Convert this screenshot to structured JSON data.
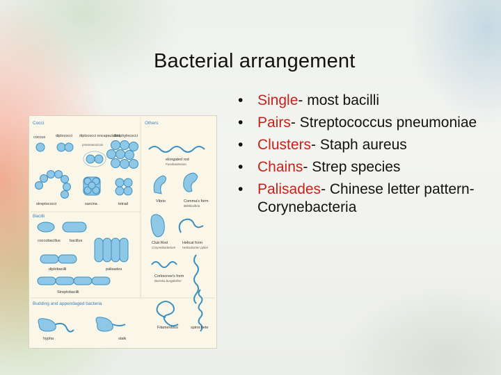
{
  "slide": {
    "title": "Bacterial arrangement",
    "bullets": [
      {
        "term": "Single",
        "rest": "- most bacilli"
      },
      {
        "term": "Pairs",
        "rest": "- Streptococcus pneumoniae"
      },
      {
        "term": "Clusters",
        "rest": "- Staph aureus"
      },
      {
        "term": "Chains",
        "rest": "- Strep species"
      },
      {
        "term": "Palisades",
        "rest": "- Chinese letter pattern- Corynebacteria"
      }
    ]
  },
  "figure": {
    "sections": {
      "cocci": "Cocci",
      "others": "Others",
      "bacilli": "Bacilli",
      "budding": "Budding and appendaged bacteria"
    },
    "labels": {
      "coccus": "coccus",
      "diplococci": "diplococci",
      "diplococci_encapsulated": "diplococci encapsulated",
      "pneumococcus": "pneumococcus",
      "staphylococci": "Staphylococci",
      "streptococci": "streptococci",
      "sarcina": "sarcina",
      "tetrad": "tetrad",
      "elongated_rod": "elongated rod",
      "fusobacterium": "Fusobacterium",
      "vibrio": "Vibrio",
      "comma_form": "Comma's form",
      "bdellovibrio": "Bdellovibrio",
      "coccobacillus": "coccobacillus",
      "bacillus": "bacillus",
      "diplobacilli": "diplobacilli",
      "palisades": "palisades",
      "streptobacilli": "Streptobacilli",
      "club_rod": "Club Rod",
      "corynebacterium": "Corynebacterium",
      "helical_form": "Helical form",
      "helicobacter_pylori": "Helicobacter pylori",
      "corkscrew_form": "Corkscrew's form",
      "borrelia_burgdorferi": "Borrelia burgdorferi",
      "filamentous": "Filamentous",
      "spirochete": "spirochete",
      "hypha": "hypha",
      "stalk": "stalk"
    },
    "colors": {
      "cell_fill": "#8fc8e6",
      "cell_stroke": "#3b8fc0",
      "panel_bg": "#fbf7e8",
      "section_text": "#3a7cc0"
    }
  }
}
